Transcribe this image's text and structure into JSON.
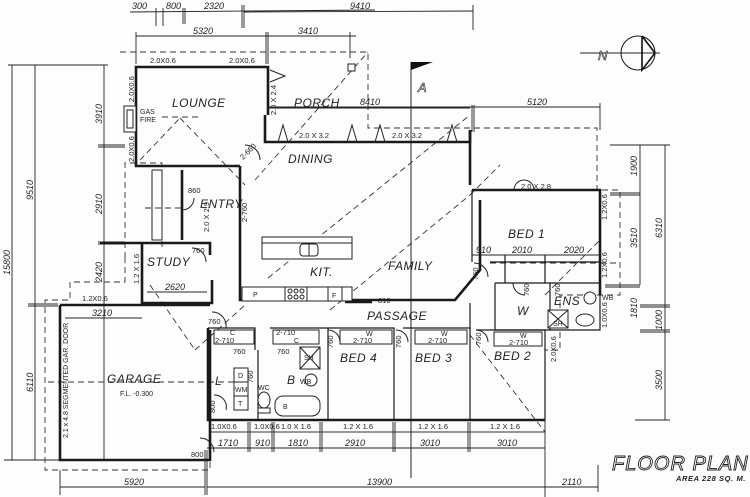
{
  "plan": {
    "title": "FLOOR PLAN",
    "area": "AREA 228 SQ. M.",
    "north_label": "N",
    "section_marker": "A"
  },
  "rooms": {
    "lounge": "LOUNGE",
    "porch": "PORCH",
    "dining": "DINING",
    "entry": "ENTRY",
    "study": "STUDY",
    "kitchen": "KIT.",
    "family": "FAMILY",
    "passage": "PASSAGE",
    "garage": "GARAGE",
    "garage_floor_level": "F.L. -0.300",
    "bed1": "BED 1",
    "bed2": "BED 2",
    "bed3": "BED 3",
    "bed4": "BED 4",
    "ensuite": "ENS",
    "bath": "B",
    "laundry": "L",
    "walk_in_robe": "W"
  },
  "fixtures": {
    "gas_fire_1": "GAS",
    "gas_fire_2": "FIRE",
    "pantry": "P",
    "fridge": "F",
    "dryer": "D",
    "washing_machine": "WM",
    "tub": "T",
    "wc": "WC",
    "wb": "WB",
    "shower": "SH",
    "bathtub": "B",
    "cupboard": "C",
    "wardrobe": "W",
    "garage_door": "2.1 x 4.8 SEGMENTED GAR. DOOR"
  },
  "windows": {
    "lounge_top_left": "2.0X0.6",
    "lounge_top_right": "2.0X0.6",
    "lounge_left": "2.0X0.6",
    "lounge_left_lower": "2.0X0.6",
    "lounge_porch_door": "2.0 X 2.4",
    "dining_slider_1": "2.0 X 3.2",
    "dining_slider_2": "2.0 X 3.2",
    "entry": "2.0 X 2.9",
    "study": "1.2 X 1.6",
    "garage_side": "1.2X0.6",
    "bed1_doors": "2.0 X 2.8",
    "bed1_side_1": "1.2X0.6",
    "bed1_side_2": "1.2X0.6",
    "ensuite": "1.0X0.6",
    "bed2_side": "2.0X0.6",
    "laundry_win": "1.0X0.6",
    "wc_win": "1.0X0.6",
    "bath_win": "1.0 X 1.6",
    "bed4_win": "1.2 X 1.6",
    "bed3_win": "1.2 X 1.6",
    "bed2_win": "1.2 X 1.6"
  },
  "doors": {
    "dining": "2-660",
    "kitchen_side": "2-760",
    "entry": "860",
    "study": "760",
    "laundry_top": "760",
    "laundry_cupboard": "760",
    "bath_cupboard": "760",
    "wc": "760",
    "bed4": "760",
    "bed3": "760",
    "bed1_entry": "760",
    "wir": "760",
    "ensuite": "760",
    "bed2": "760",
    "garage_laundry": "800",
    "garage_rear": "800",
    "passage_opening": "810",
    "laundry_cupboard_size": "2-710",
    "bath_cupboard_size": "2-710",
    "bed4_robe": "2-710",
    "bed3_robe": "2-710",
    "bed2_robe": "2-710"
  },
  "dimensions": {
    "top": {
      "d300": "300",
      "d800": "800",
      "d2320": "2320",
      "d9410": "9410",
      "d5320": "5320",
      "d3410": "3410",
      "d8410": "8410",
      "d5120": "5120"
    },
    "left": {
      "d15800": "15800",
      "d9510": "9510",
      "d6110": "6110",
      "d3910": "3910",
      "d2910": "2910",
      "d2420": "2420"
    },
    "right": {
      "d1900": "1900",
      "d6310": "6310",
      "d3510": "3510",
      "d1810": "1810",
      "d1000": "1000",
      "d3500": "3500"
    },
    "bottom": {
      "d5920": "5920",
      "d13900": "13900",
      "d2110": "2110",
      "d1710": "1710",
      "d910": "910",
      "d1810": "1810",
      "d2910": "2910",
      "d3010a": "3010",
      "d3010b": "3010"
    },
    "interior": {
      "study_width": "2620",
      "garage_width": "3210",
      "bed1_910": "910",
      "bed1_2010": "2010",
      "bed1_2020": "2020"
    }
  }
}
